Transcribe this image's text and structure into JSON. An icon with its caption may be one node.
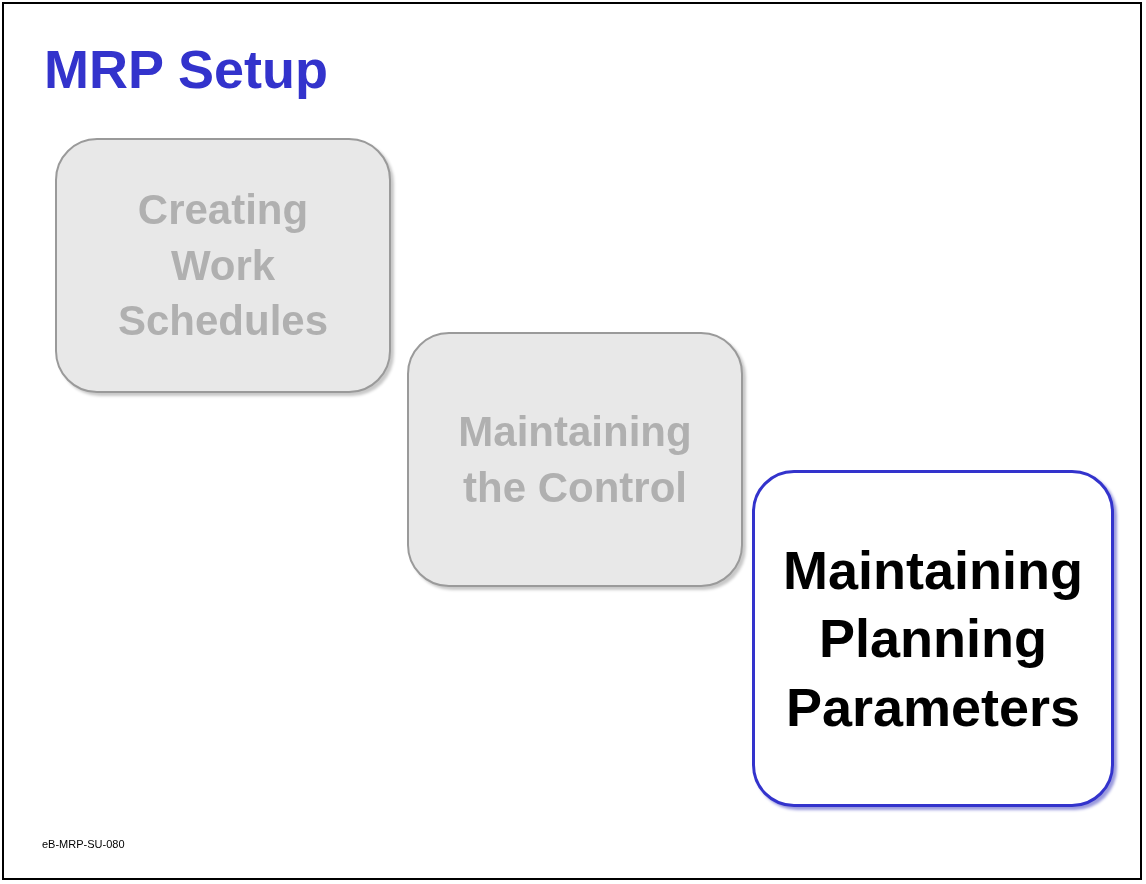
{
  "diagram": {
    "title": "MRP Setup",
    "nodes": [
      {
        "text": [
          "Creating Work Schedules"
        ]
      },
      {
        "text": [
          "Maintaining the Control"
        ]
      },
      {
        "text": [
          "Maintaining Planning Parameters"
        ]
      }
    ],
    "labels": [
      "eB-MRP-SU-080"
    ]
  }
}
